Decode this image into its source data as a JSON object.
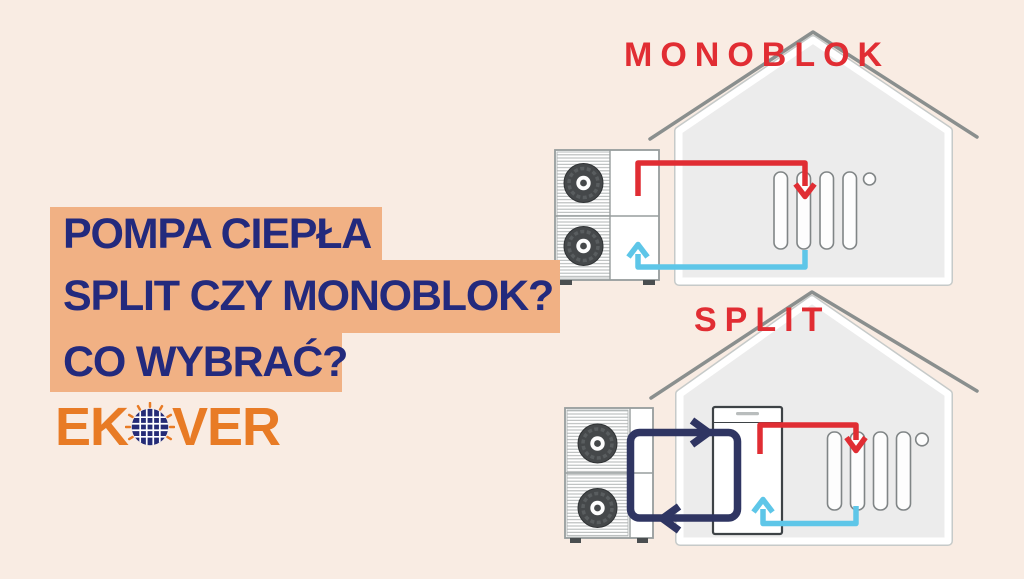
{
  "colors": {
    "background": "#f9ece3",
    "highlight": "#f1b184",
    "headline_text": "#232a7d",
    "title_red": "#e12d33",
    "logo_orange": "#e87b25",
    "logo_globe": "#252b76",
    "pipe_hot": "#e02d33",
    "pipe_cold": "#5ec6e8",
    "pipe_refrigerant": "#2f3562",
    "house_fill": "#ececec",
    "house_stroke": "#c6cac9",
    "roof_stroke": "#8a8f8e",
    "unit_stroke": "#979d9d"
  },
  "headline": {
    "line1": "POMPA CIEPŁA",
    "line2": "SPLIT CZY MONOBLOK?",
    "line3": "CO WYBRAĆ?"
  },
  "logo": {
    "prefix": "EK",
    "suffix": "VER",
    "icon": "sun-solar-panel-globe-icon"
  },
  "diagrams": {
    "monoblok": {
      "title": "MONOBLOK"
    },
    "split": {
      "title": "SPLIT"
    }
  }
}
